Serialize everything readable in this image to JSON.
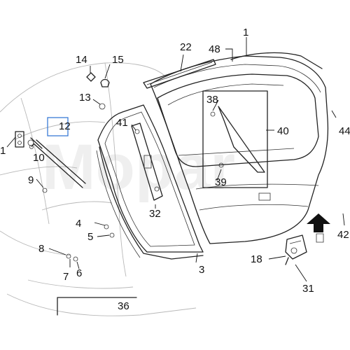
{
  "watermark": "Mopar",
  "callouts": {
    "c1": "1",
    "c1b": "1",
    "c3": "3",
    "c4": "4",
    "c5": "5",
    "c6": "6",
    "c7": "7",
    "c8": "8",
    "c9": "9",
    "c10": "10",
    "c12": "12",
    "c13": "13",
    "c14": "14",
    "c15": "15",
    "c18": "18",
    "c22": "22",
    "c31": "31",
    "c32": "32",
    "c36": "36",
    "c38": "38",
    "c39": "39",
    "c40": "40",
    "c41": "41",
    "c42": "42",
    "c44": "44",
    "c48": "48"
  },
  "colors": {
    "highlight_box": "#3a7bd5",
    "line": "#222222",
    "ghost": "#b8b8b8"
  },
  "selected_callout": "12"
}
